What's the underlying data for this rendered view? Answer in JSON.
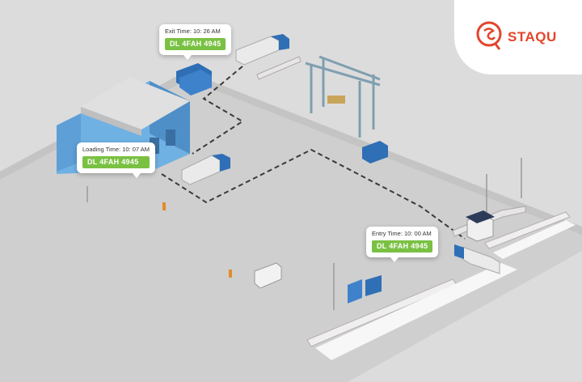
{
  "brand": {
    "name": "STAQU",
    "color": "#e3452b",
    "icon": "staqu-logo-icon"
  },
  "callouts": {
    "exit": {
      "time": "Exit Time: 10: 26 AM",
      "plate": "DL 4FAH 4945"
    },
    "loading": {
      "time": "Loading Time: 10: 07 AM",
      "plate": "DL 4FAH 4945"
    },
    "entry": {
      "time": "Entry Time: 10: 00 AM",
      "plate": "DL 4FAH 4945"
    }
  },
  "colors": {
    "plate_badge": "#7ac143",
    "warehouse": "#5aa0d8",
    "truck_cab": "#2f6fb5",
    "gantry": "#7f9fb0"
  }
}
